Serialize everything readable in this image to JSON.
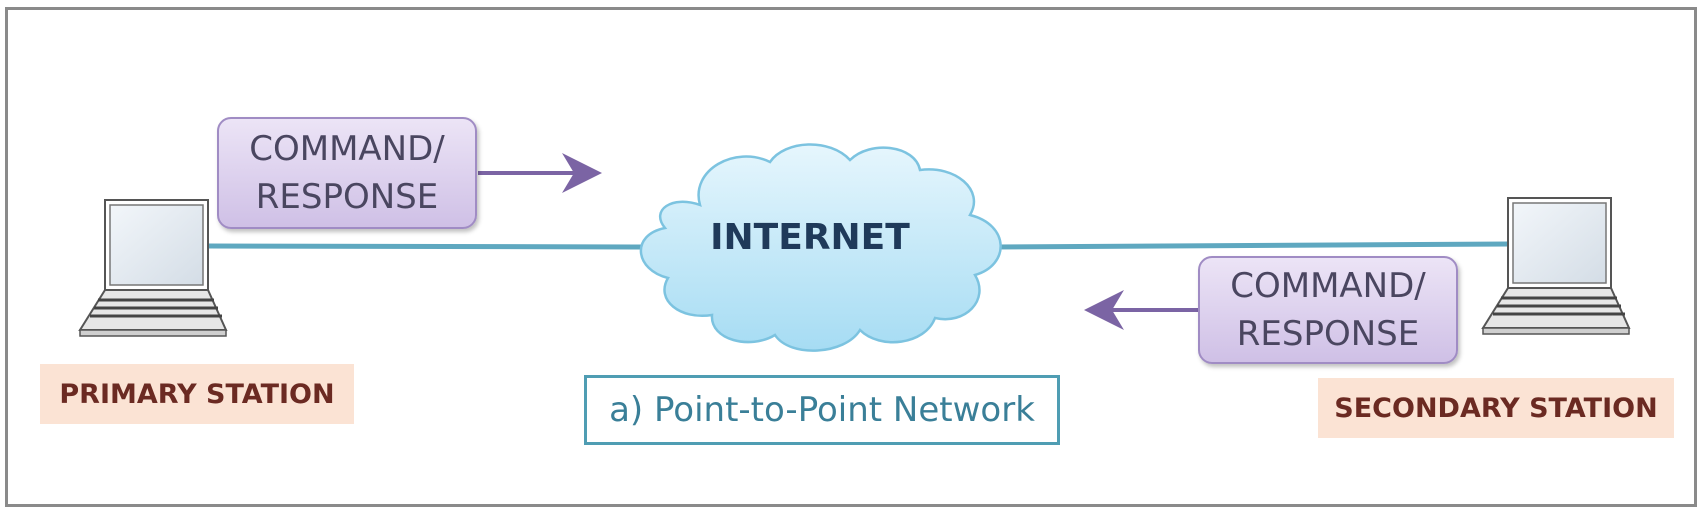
{
  "diagram": {
    "cloud_label": "INTERNET",
    "caption": "a) Point-to-Point Network",
    "primary": {
      "station_label": "PRIMARY STATION",
      "message": {
        "line1": "COMMAND/",
        "line2": "RESPONSE"
      }
    },
    "secondary": {
      "station_label": "SECONDARY STATION",
      "message": {
        "line1": "COMMAND/",
        "line2": "RESPONSE"
      }
    },
    "colors": {
      "link_line": "#5fa8c0",
      "arrow": "#7b64a4",
      "message_box": "#d8cbec",
      "station_label_bg": "#fbe3d4",
      "caption_border": "#4f9db3",
      "cloud_fill": "#bfe6f7"
    }
  }
}
